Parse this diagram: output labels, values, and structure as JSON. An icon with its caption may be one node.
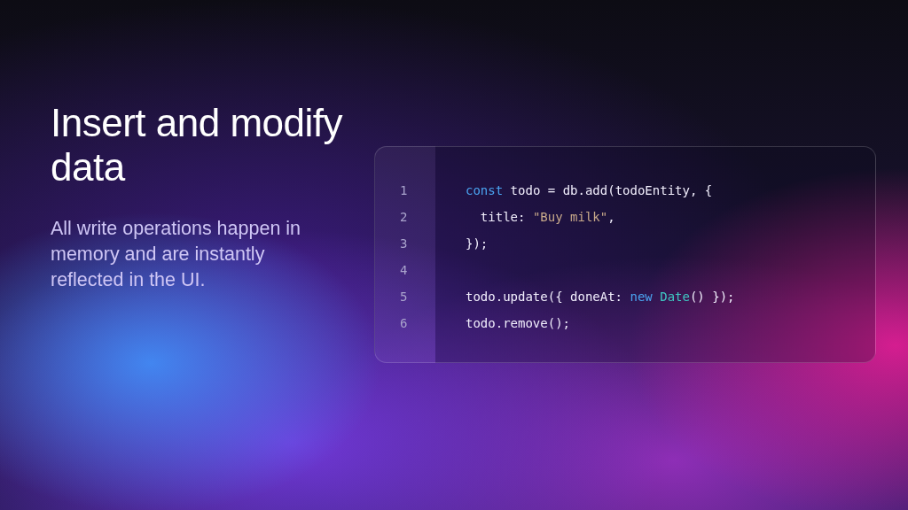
{
  "diagram": {
    "title": "Insert and modify data",
    "nodes": [
      {
        "text": [
          "const todo = db.add(todoEntity, {",
          "  title: \"Buy milk\",",
          "});",
          "todo.update({ doneAt: new Date() });",
          "todo.remove();"
        ]
      }
    ],
    "labels": [
      "All write operations happen in memory and are instantly reflected in the UI.",
      "1",
      "2",
      "3",
      "4",
      "5",
      "6"
    ]
  }
}
